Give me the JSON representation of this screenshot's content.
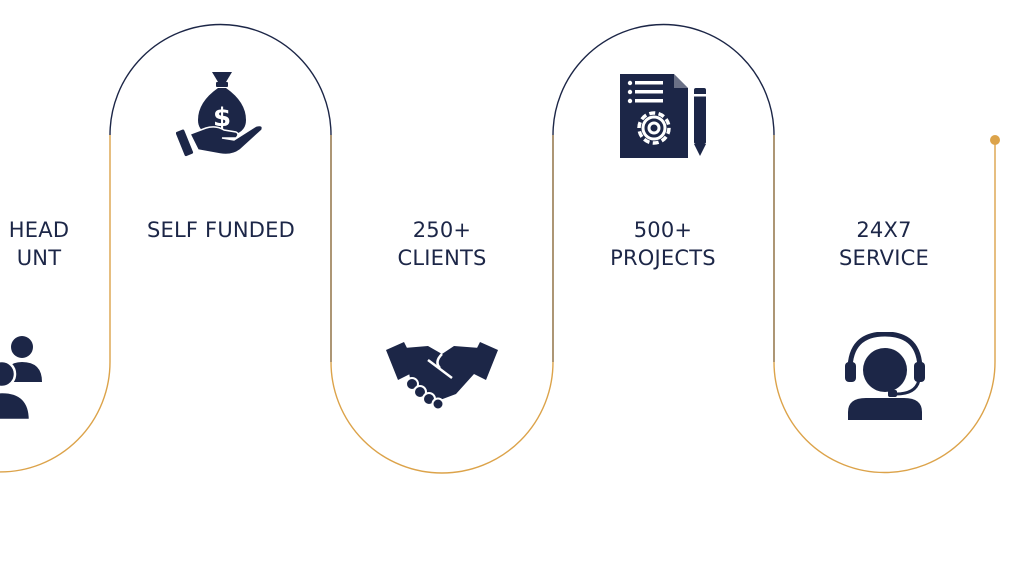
{
  "colors": {
    "navy": "#1c2647",
    "gold": "#dca34a",
    "background": "#ffffff"
  },
  "features": [
    {
      "id": "no-head-count",
      "line1": "HEAD",
      "line2": "UNT",
      "icon": "team-users-icon"
    },
    {
      "id": "self-funded",
      "line1": "SELF FUNDED",
      "line2": "",
      "icon": "money-bag-hand-icon"
    },
    {
      "id": "clients",
      "line1": "250+",
      "line2": "CLIENTS",
      "icon": "handshake-icon"
    },
    {
      "id": "projects",
      "line1": "500+",
      "line2": "PROJECTS",
      "icon": "document-gear-pencil-icon"
    },
    {
      "id": "service",
      "line1": "24X7",
      "line2": "SERVICE",
      "icon": "headset-support-icon"
    }
  ]
}
